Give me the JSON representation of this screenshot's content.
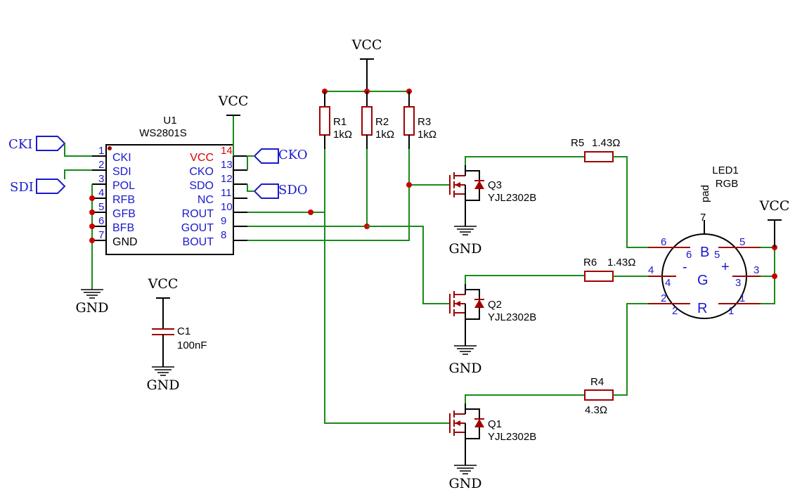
{
  "power": {
    "vcc": "VCC",
    "gnd": "GND"
  },
  "net_labels": {
    "cki": "CKI",
    "sdi": "SDI",
    "cko": "CKO",
    "sdo": "SDO"
  },
  "u1": {
    "designator": "U1",
    "part": "WS2801S",
    "left_pins": [
      {
        "num": "1",
        "name": "CKI"
      },
      {
        "num": "2",
        "name": "SDI"
      },
      {
        "num": "3",
        "name": "POL"
      },
      {
        "num": "4",
        "name": "RFB"
      },
      {
        "num": "5",
        "name": "GFB"
      },
      {
        "num": "6",
        "name": "BFB"
      },
      {
        "num": "7",
        "name": "GND"
      }
    ],
    "right_pins": [
      {
        "num": "14",
        "name": "VCC"
      },
      {
        "num": "13",
        "name": "CKO"
      },
      {
        "num": "12",
        "name": "SDO"
      },
      {
        "num": "11",
        "name": "NC"
      },
      {
        "num": "10",
        "name": "ROUT"
      },
      {
        "num": "9",
        "name": "GOUT"
      },
      {
        "num": "8",
        "name": "BOUT"
      }
    ]
  },
  "resistors": {
    "r1": {
      "ref": "R1",
      "value": "1kΩ"
    },
    "r2": {
      "ref": "R2",
      "value": "1kΩ"
    },
    "r3": {
      "ref": "R3",
      "value": "1kΩ"
    },
    "r4": {
      "ref": "R4",
      "value": "4.3Ω"
    },
    "r5": {
      "ref": "R5",
      "value": "1.43Ω"
    },
    "r6": {
      "ref": "R6",
      "value": "1.43Ω"
    }
  },
  "capacitor": {
    "ref": "C1",
    "value": "100nF"
  },
  "transistors": {
    "q1": {
      "ref": "Q1",
      "part": "YJL2302B"
    },
    "q2": {
      "ref": "Q2",
      "part": "YJL2302B"
    },
    "q3": {
      "ref": "Q3",
      "part": "YJL2302B"
    }
  },
  "led": {
    "ref": "LED1",
    "part": "RGB",
    "pad_label": "pad",
    "pad_pin": "7",
    "inner": {
      "b": "B",
      "g": "G",
      "r": "R",
      "plus": "+",
      "minus": "-"
    },
    "pins": {
      "p1": "1",
      "p2": "2",
      "p3": "3",
      "p4": "4",
      "p5": "5",
      "p6": "6"
    }
  }
}
